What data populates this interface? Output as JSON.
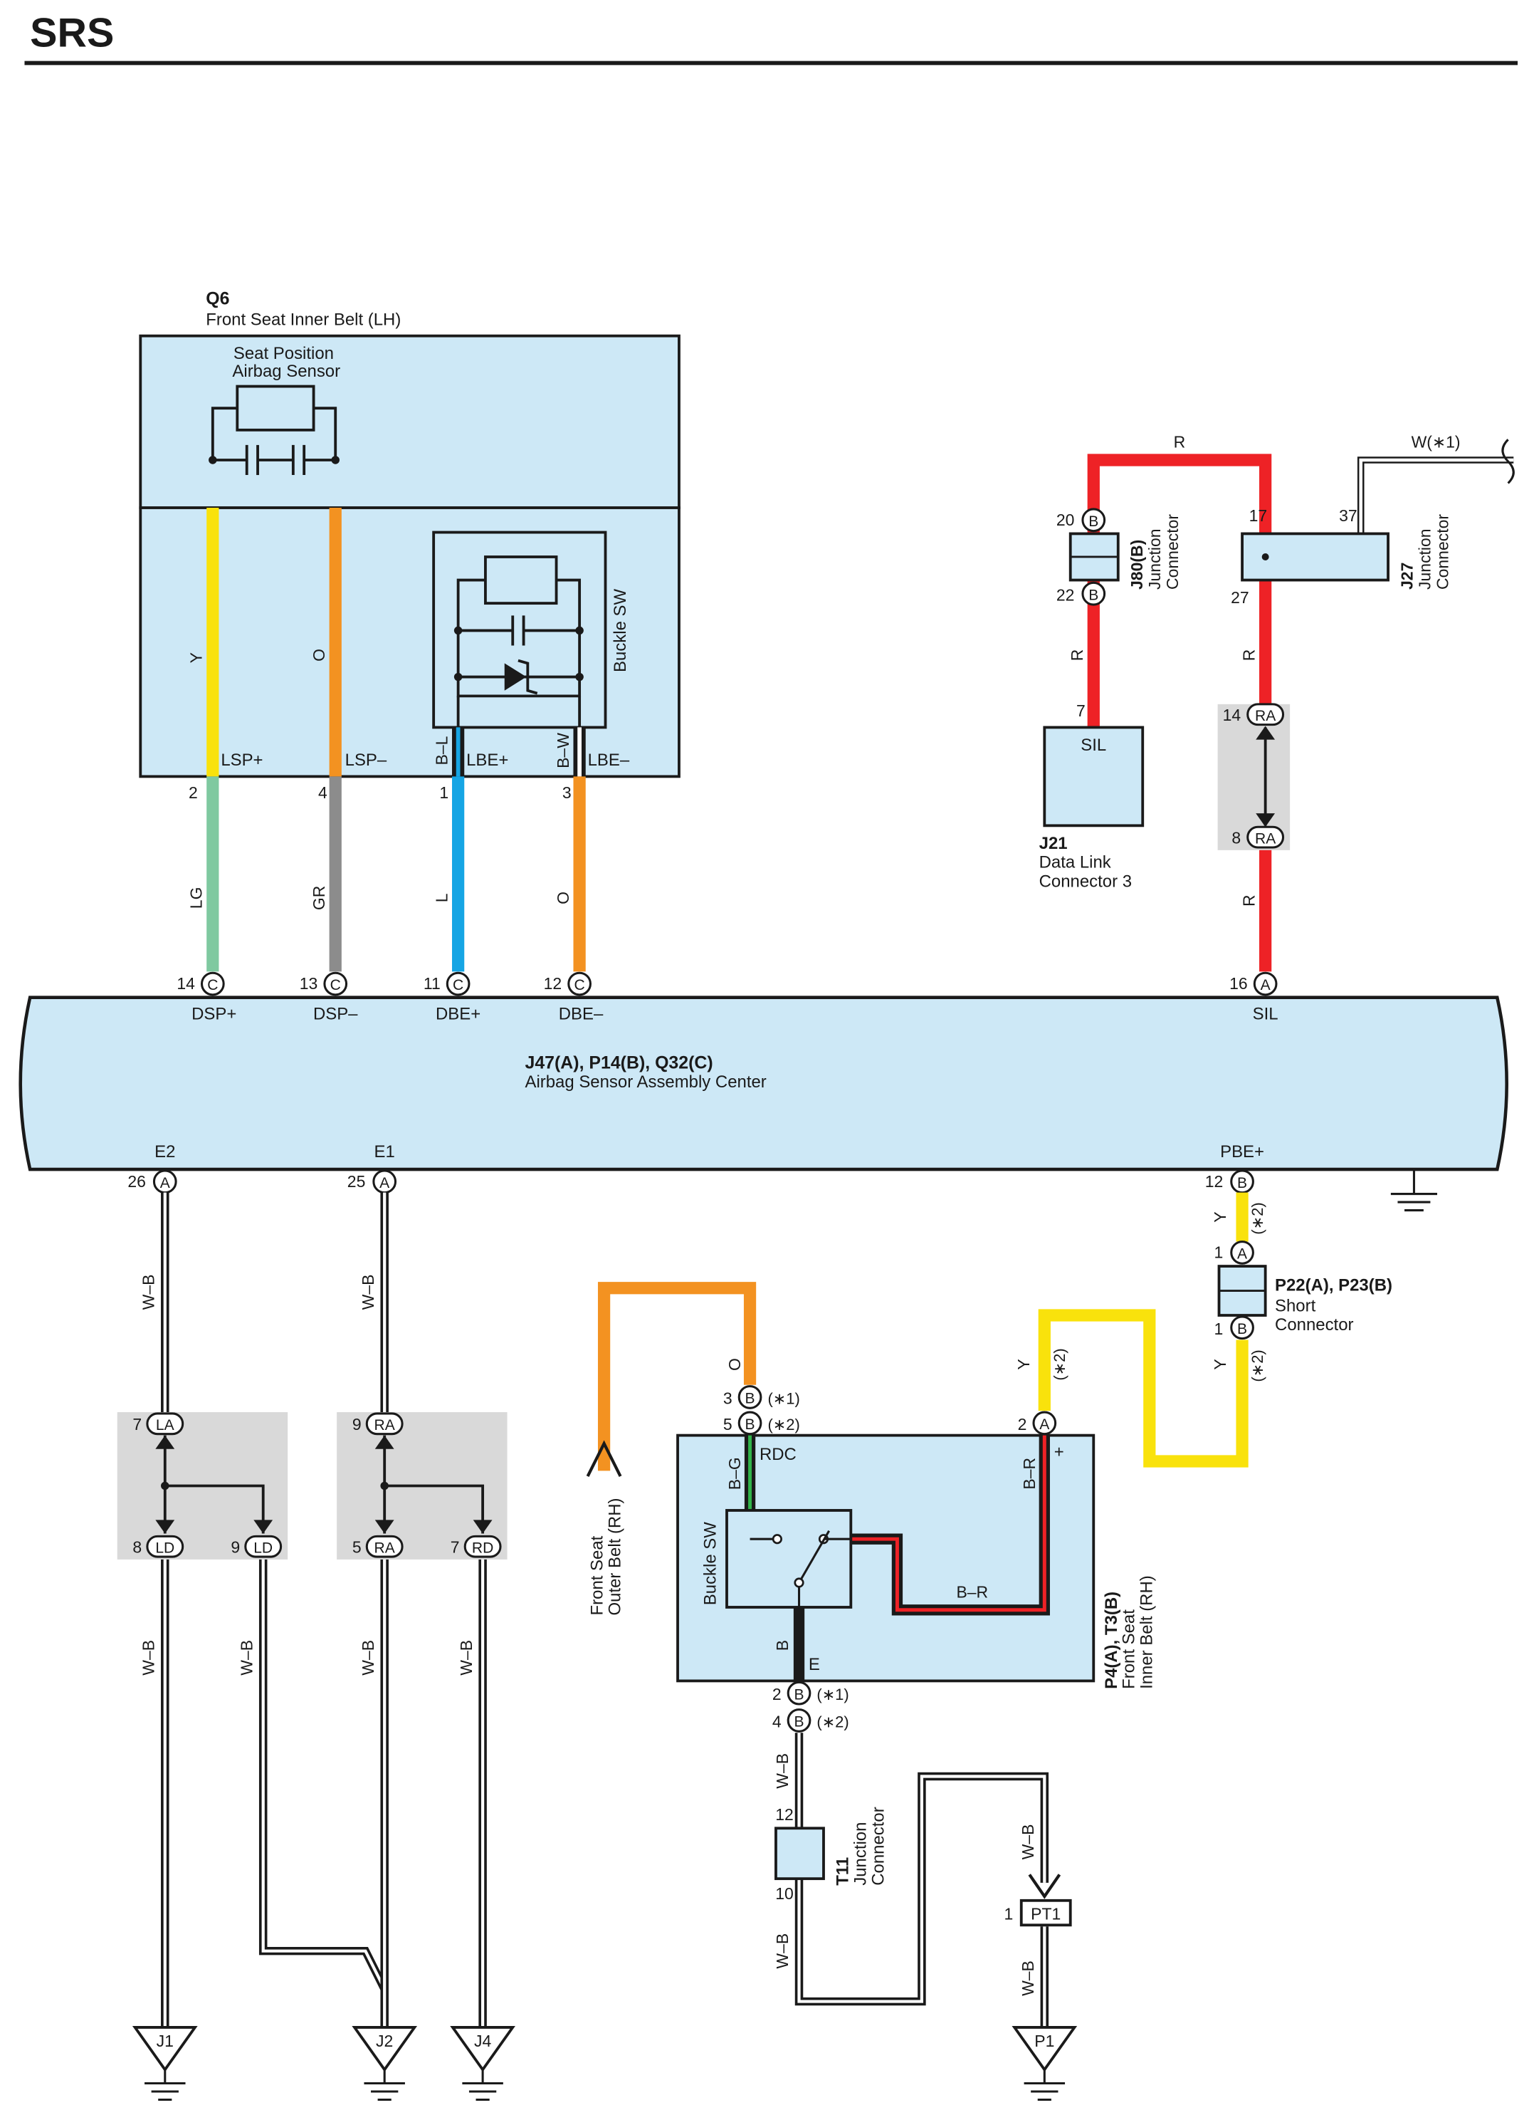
{
  "page": {
    "title": "SRS"
  },
  "components": {
    "q6": {
      "id": "Q6",
      "name": "Front Seat Inner Belt (LH)",
      "sensor_line1": "Seat Position",
      "sensor_line2": "Airbag Sensor",
      "buckle": "Buckle SW"
    },
    "j80": {
      "id": "J80(B)",
      "line1": "Junction",
      "line2": "Connector"
    },
    "j27": {
      "id": "J27",
      "line1": "Junction",
      "line2": "Connector"
    },
    "j21": {
      "id": "J21",
      "line1": "Data Link",
      "line2": "Connector 3",
      "term": "SIL"
    },
    "airbag": {
      "id": "J47(A), P14(B), Q32(C)",
      "name": "Airbag Sensor Assembly Center"
    },
    "p22": {
      "id": "P22(A), P23(B)",
      "name1": "Short",
      "name2": "Connector"
    },
    "p4": {
      "id": "P4(A), T3(B)",
      "name1": "Front Seat",
      "name2": "Inner Belt (RH)",
      "buckle": "Buckle SW"
    },
    "outer_belt": {
      "line1": "Front Seat",
      "line2": "Outer Belt (RH)"
    },
    "t11": {
      "id": "T11",
      "line1": "Junction",
      "line2": "Connector"
    }
  },
  "colors": {
    "Y": "#f9e20c",
    "O": "#f39221",
    "LG": "#7fc9a0",
    "GR": "#8c8c8c",
    "L": "#16a5e4",
    "R": "#ee2226",
    "W": "#ffffff",
    "B": "#1a1a1a",
    "G": "#32b44a",
    "fill": "#cde8f6",
    "gray": "#d9d9d9"
  },
  "labels": {
    "q6_wires": {
      "y": "Y",
      "o": "O",
      "bl": "B–L",
      "bw": "B–W"
    },
    "q6_terms": {
      "lspp": "LSP+",
      "lspm": "LSP–",
      "lbep": "LBE+",
      "lbem": "LBE–"
    },
    "q6_pins": {
      "p2": "2",
      "p4": "4",
      "p1": "1",
      "p3": "3"
    },
    "q6_wires_low": {
      "lg": "LG",
      "gr": "GR",
      "l": "L",
      "o": "O"
    },
    "airbag_top": {
      "pins": [
        "14",
        "13",
        "11",
        "12",
        "16"
      ],
      "conn": [
        "C",
        "C",
        "C",
        "C",
        "A"
      ],
      "terms": [
        "DSP+",
        "DSP–",
        "DBE+",
        "DBE–",
        "SIL"
      ]
    },
    "airbag_bottom": {
      "pins": [
        "26",
        "25",
        "12"
      ],
      "conn": [
        "A",
        "A",
        "B"
      ],
      "terms": [
        "E2",
        "E1",
        "PBE+"
      ]
    },
    "sil_circuit": {
      "r_top": "R",
      "w1": "W(∗1)",
      "j80_pin_top": "20",
      "j80_pin_bot": "22",
      "j80_conn": "B",
      "j27_pin_in": "17",
      "j27_pin_w": "37",
      "j27_pin_out": "27",
      "r_left": "R",
      "r_right": "R",
      "j21_pin": "7",
      "ra_pin_top": "14",
      "ra_pin_bot": "8",
      "ra": "RA",
      "r_lower": "R"
    },
    "ground_circuit": {
      "wb": "W–B",
      "la_pin": "7",
      "la": "LA",
      "ld_pin1": "8",
      "ld_pin2": "9",
      "ld": "LD",
      "ra_pin": "9",
      "ra": "RA",
      "ra_pin2": "5",
      "rd_pin": "7",
      "rd": "RD",
      "j1": "J1",
      "j2": "J2",
      "j4": "J4"
    },
    "pbe": {
      "y": "Y",
      "star2": "(∗2)",
      "star1": "(∗1)",
      "p22_pin_top": "1",
      "p22_conn_top": "A",
      "p22_pin_bot": "1",
      "p22_conn_bot": "B",
      "p4_pin_plus": "2",
      "p4_conn_plus": "A",
      "plus": "+"
    },
    "rdc": {
      "o": "O",
      "pin3": "3",
      "pin5": "5",
      "conn": "B",
      "bg": "B–G",
      "rdc": "RDC",
      "br": "B–R",
      "b": "B",
      "e": "E",
      "pin2": "2",
      "pin4": "4",
      "wb": "W–B",
      "t11_pin_top": "12",
      "t11_pin_bot": "10",
      "pt1_pin": "1",
      "pt1": "PT1",
      "p1": "P1"
    }
  }
}
